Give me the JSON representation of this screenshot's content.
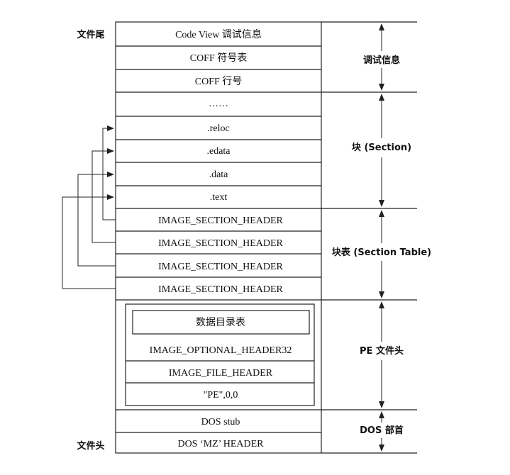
{
  "labels": {
    "file_tail": "文件尾",
    "file_head": "文件头"
  },
  "rows": [
    "Code View 调试信息",
    "COFF 符号表",
    "COFF 行号",
    "……",
    ".reloc",
    ".edata",
    ".data",
    ".text",
    "IMAGE_SECTION_HEADER",
    "IMAGE_SECTION_HEADER",
    "IMAGE_SECTION_HEADER",
    "IMAGE_SECTION_HEADER"
  ],
  "pe_header": {
    "data_directory": "数据目录表",
    "optional_header": "IMAGE_OPTIONAL_HEADER32",
    "file_header": "IMAGE_FILE_HEADER",
    "signature": "\"PE\",0,0"
  },
  "dos_rows": [
    "DOS stub",
    "DOS ‘MZ’ HEADER"
  ],
  "regions": [
    "调试信息",
    "块 (Section)",
    "块表 (Section Table)",
    "PE 文件头",
    "DOS 部首"
  ]
}
